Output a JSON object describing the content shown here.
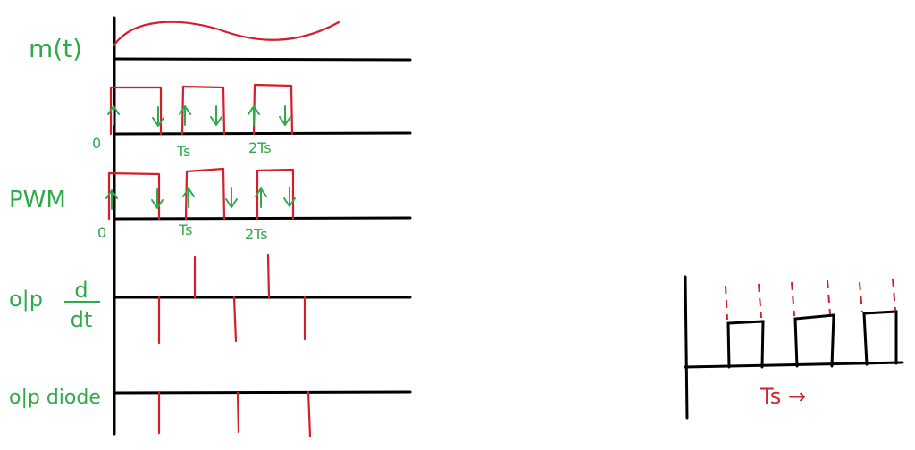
{
  "labels": {
    "message": "m(t)",
    "pwm": "PWM",
    "op_ddt_prefix": "o|p",
    "ddt_num": "d",
    "ddt_den": "dt",
    "op_diode": "o|p diode"
  },
  "ticks": {
    "zero_upper": "0",
    "ts_upper": "Ts",
    "two_ts_upper": "2Ts",
    "zero_lower": "0",
    "ts_lower": "Ts",
    "two_ts_lower": "2Ts"
  },
  "inset": {
    "period_label": "Ts →"
  },
  "colors": {
    "signal": "#d21f2b",
    "annotation": "#2eaa4a",
    "axis": "#000000"
  }
}
